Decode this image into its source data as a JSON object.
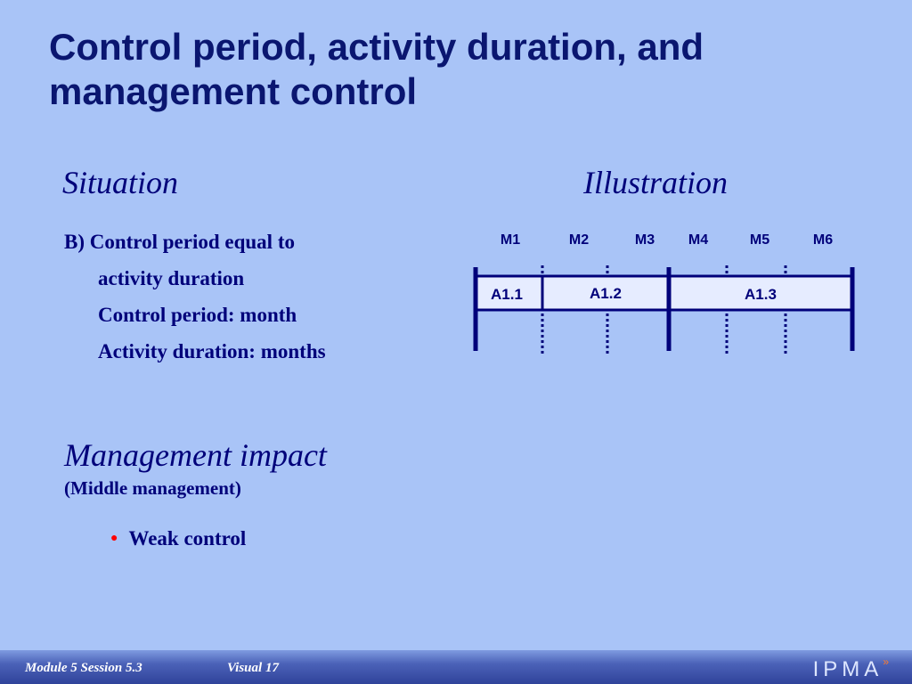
{
  "title": "Control period, activity duration, and management control",
  "situation": {
    "heading": "Situation",
    "lines": [
      "B) Control period equal to",
      "activity duration",
      "Control period: month",
      "Activity duration: months"
    ]
  },
  "illustration": {
    "heading": "Illustration",
    "months": [
      "M1",
      "M2",
      "M3",
      "M4",
      "M5",
      "M6"
    ],
    "activities": [
      "A1.1",
      "A1.2",
      "A1.3"
    ]
  },
  "management": {
    "heading": "Management impact",
    "subheading": "(Middle management)",
    "bullets": [
      "Weak control"
    ]
  },
  "footer": {
    "module": "Module 5  Session 5.3",
    "visual": "Visual 17",
    "logo": "IPMA",
    "logo_mark": "»"
  },
  "colors": {
    "background": "#a9c4f7",
    "text": "#00007a",
    "bar_fill": "#e6ecff",
    "bullet": "#ff0000"
  }
}
